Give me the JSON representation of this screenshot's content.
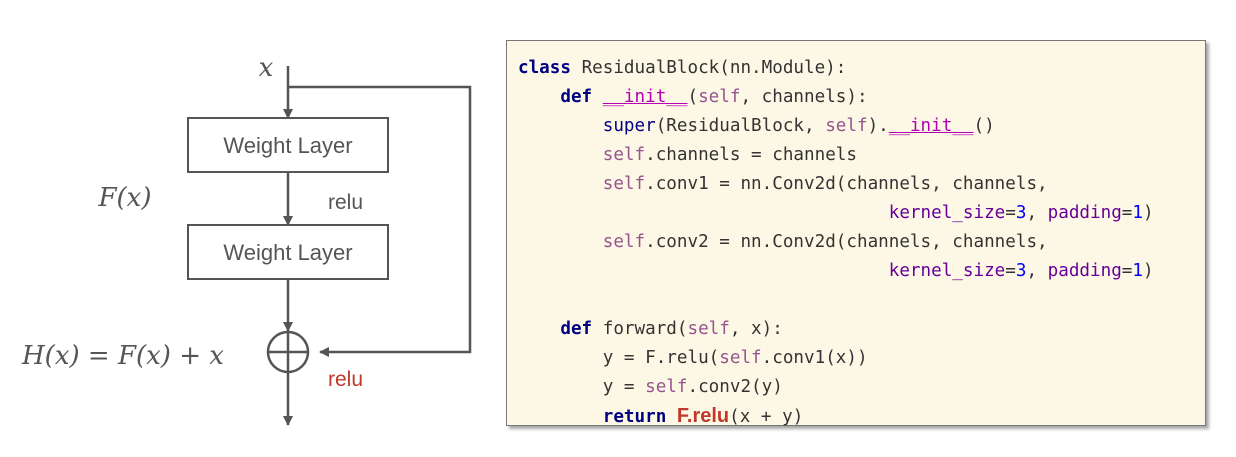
{
  "diagram": {
    "input_label": "x",
    "weight_layer_1": "Weight Layer",
    "weight_layer_2": "Weight Layer",
    "relu_mid": "relu",
    "fx_label": "F(x)",
    "hx_label": "H(x) = F(x) + x",
    "relu_out": "relu",
    "colors": {
      "stroke": "#555555",
      "highlight": "#c0392b"
    }
  },
  "code": {
    "line1": {
      "kw": "class",
      "rest": "ResidualBlock(nn.Module):"
    },
    "line2": {
      "kw": "def",
      "fn": "__init__",
      "p1": "(",
      "self": "self",
      "p2": ", channels):"
    },
    "line3": {
      "super": "super",
      "a": "(ResidualBlock, ",
      "self": "self",
      "b": ").",
      "init": "__init__",
      "c": "()"
    },
    "line4": {
      "self": "self",
      "rest": ".channels = channels"
    },
    "line5": {
      "self": "self",
      "rest": ".conv1 = nn.Conv2d(channels, channels,"
    },
    "line6": {
      "k1": "kernel_size",
      "eq1": "=",
      "v1": "3",
      "sep": ", ",
      "k2": "padding",
      "eq2": "=",
      "v2": "1",
      "end": ")"
    },
    "line7": {
      "self": "self",
      "rest": ".conv2 = nn.Conv2d(channels, channels,"
    },
    "line8": {
      "k1": "kernel_size",
      "eq1": "=",
      "v1": "3",
      "sep": ", ",
      "k2": "padding",
      "eq2": "=",
      "v2": "1",
      "end": ")"
    },
    "line9": {
      "kw": "def",
      "a": "forward(",
      "self": "self",
      "b": ", x):"
    },
    "line10": {
      "a": "y = F.relu(",
      "self": "self",
      "b": ".conv1(x))"
    },
    "line11": {
      "a": "y = ",
      "self": "self",
      "b": ".conv2(y)"
    },
    "line12": {
      "kw": "return",
      "fn": "F.relu",
      "rest": "(x + y)"
    },
    "colors": {
      "panel_bg": "#fdf8e6",
      "keyword": "#000080",
      "self": "#94558d",
      "number": "#0000ff",
      "kwarg": "#660099",
      "highlight": "#c0392b"
    }
  }
}
